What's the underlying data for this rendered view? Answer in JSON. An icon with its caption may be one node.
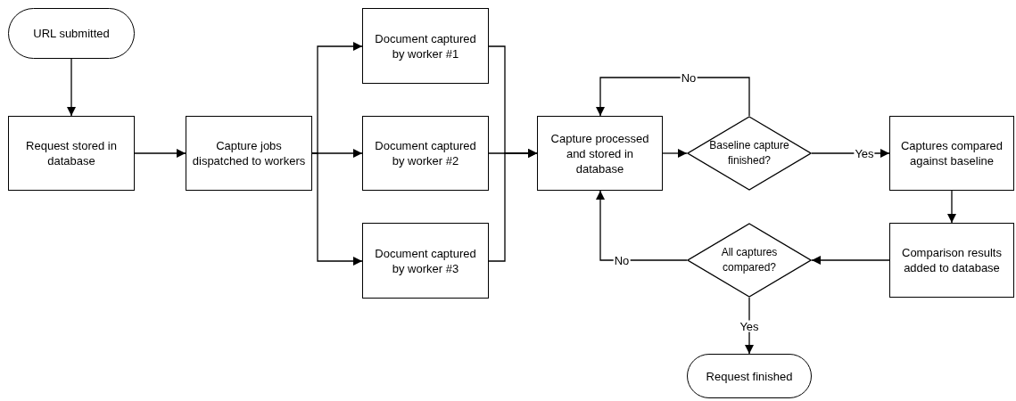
{
  "diagram": {
    "nodes": [
      {
        "text": [
          "URL submitted"
        ]
      },
      {
        "text": [
          "Request stored in database"
        ]
      },
      {
        "text": [
          "Capture jobs dispatched to workers"
        ]
      },
      {
        "text": [
          "Document captured by worker #1"
        ]
      },
      {
        "text": [
          "Document captured by worker #2"
        ]
      },
      {
        "text": [
          "Document captured by worker #3"
        ]
      },
      {
        "text": [
          "Capture processed and stored in database"
        ]
      },
      {
        "text": [
          "Baseline capture finished?"
        ]
      },
      {
        "text": [
          "Captures compared against baseline"
        ]
      },
      {
        "text": [
          "Comparison results added to database"
        ]
      },
      {
        "text": [
          "All captures compared?"
        ]
      },
      {
        "text": [
          "Request finished"
        ]
      }
    ],
    "edges": [
      {
        "from": 0,
        "to": 1,
        "arrow": "to"
      },
      {
        "from": 1,
        "to": 2,
        "arrow": "to"
      },
      {
        "from": 2,
        "to": 3,
        "arrow": "to"
      },
      {
        "from": 2,
        "to": 4,
        "arrow": "to"
      },
      {
        "from": 2,
        "to": 5,
        "arrow": "to"
      },
      {
        "from": 3,
        "to": 6,
        "arrow": "to"
      },
      {
        "from": 4,
        "to": 6,
        "arrow": "to"
      },
      {
        "from": 5,
        "to": 6,
        "arrow": "to"
      },
      {
        "from": 6,
        "to": 7,
        "arrow": "to"
      },
      {
        "from": 7,
        "to": 6,
        "arrow": "to",
        "label": "No"
      },
      {
        "from": 7,
        "to": 8,
        "arrow": "to",
        "label": "Yes"
      },
      {
        "from": 8,
        "to": 9,
        "arrow": "to"
      },
      {
        "from": 9,
        "to": 10,
        "arrow": "to"
      },
      {
        "from": 10,
        "to": 6,
        "arrow": "to",
        "label": "No"
      },
      {
        "from": 10,
        "to": 11,
        "arrow": "to",
        "label": "Yes"
      }
    ]
  }
}
